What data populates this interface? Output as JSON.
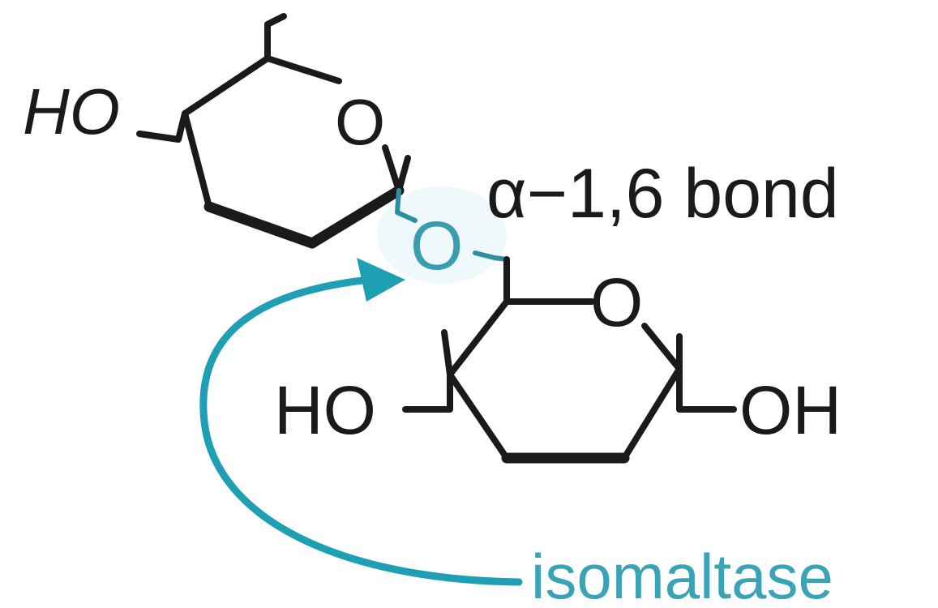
{
  "atoms": {
    "top_ho": "HO",
    "top_ring_o": "O",
    "bridge_o": "O",
    "bottom_ring_o": "O",
    "bottom_ho": "HO",
    "bottom_oh": "OH"
  },
  "bond_label": "α−1,6 bond",
  "enzyme_label": "isomaltase",
  "colors": {
    "bond": "#1a1a1a",
    "linkage": "#3a9db0",
    "arrow": "#1e9fb3",
    "background": "#ffffff"
  }
}
